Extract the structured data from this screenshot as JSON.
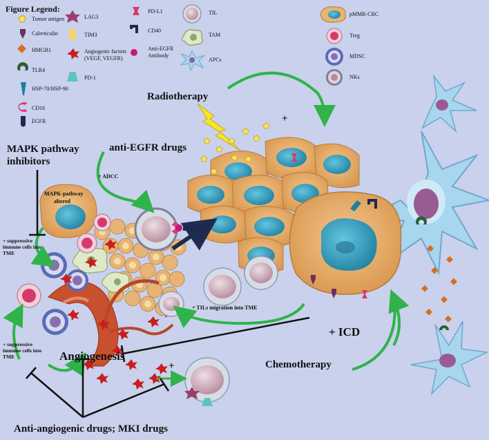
{
  "legend": {
    "title": "Figure Legend:",
    "items": {
      "tumor_antigen": "Tumor antigen",
      "calreticulin": "Calreticulin",
      "hmgb1": "HMGB1",
      "tlr4": "TLR4",
      "hsp": "HSP-70/HSP-90",
      "cd16": "CD16",
      "egfr": "EGFR",
      "lag3": "LAG3",
      "tim3": "TIM3",
      "angiogenic_line1": "Angiogenic factors",
      "angiogenic_line2": "(VEGF, VEGFR)",
      "pd1": "PD-1",
      "pdl1": "PD-L1",
      "cd40": "CD40",
      "anti_egfr_line1": "Anti-EGFR",
      "anti_egfr_line2": "Antibody",
      "til": "TIL",
      "tam": "TAM",
      "apcs": "APCs",
      "pmmr": "pMMR-CRC",
      "treg": "Treg",
      "mdsc": "MDSC",
      "nks": "NKs"
    }
  },
  "labels": {
    "radiotherapy": "Radiotherapy",
    "plus_radio": "+",
    "anti_egfr_drugs": "anti-EGFR drugs",
    "adcc": "+ ADCC",
    "mapk_inhibitors_line1": "MAPK pathway",
    "mapk_inhibitors_line2": "inhibitors",
    "mapk_altered_line1": "MAPK-pathway",
    "mapk_altered_line2": "altered",
    "suppressive_top": "+ suppressive immune cells into TME",
    "suppressive_bottom": "+ suppressive immune cells into TME",
    "tils_migration": "+ TILs migration into TME",
    "icd": "+ ICD",
    "angiogenesis": "Angiogenesis",
    "chemotherapy": "Chemotherapy",
    "plus_angio": "+",
    "anti_angiogenic": "Anti-angiogenic drugs; MKI drugs"
  },
  "colors": {
    "background": "#c9d1ec",
    "tumor_cell": "#e8b474",
    "tumor_nucleus": "#2e9ab8",
    "arrow_green": "#2fb34a",
    "inhibit_line": "#111111",
    "angio_factor": "#c81e1e",
    "apc": "#a8d6ef",
    "hmgb1": "#d66d22"
  }
}
